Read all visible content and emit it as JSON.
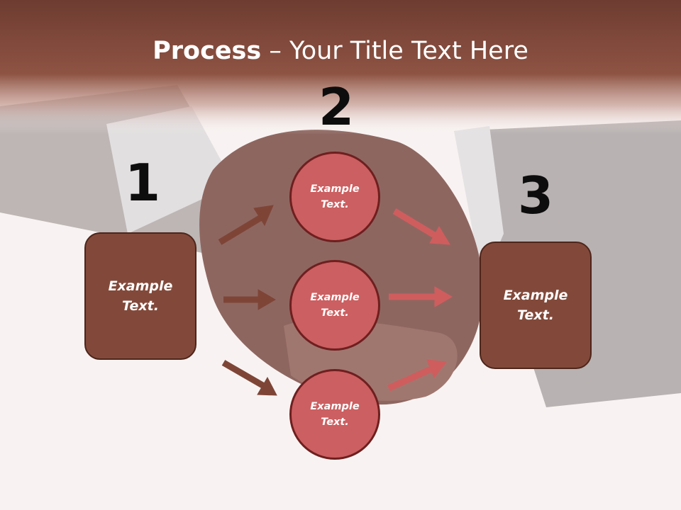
{
  "title": {
    "bold": "Process",
    "rest": " – Your Title Text Here"
  },
  "steps": [
    {
      "number": "1",
      "label": "Example\nText."
    },
    {
      "number": "2",
      "label": "Example\nText."
    },
    {
      "number": "3",
      "label": "Example\nText."
    }
  ],
  "circles": [
    {
      "label": "Example\nText."
    },
    {
      "label": "Example\nText."
    },
    {
      "label": "Example\nText."
    }
  ],
  "colors": {
    "header": "#7a4538",
    "box": "#82493a",
    "circle": "#cc5f61",
    "arrow_left": "#7e4537",
    "arrow_right": "#cf5d5e"
  }
}
